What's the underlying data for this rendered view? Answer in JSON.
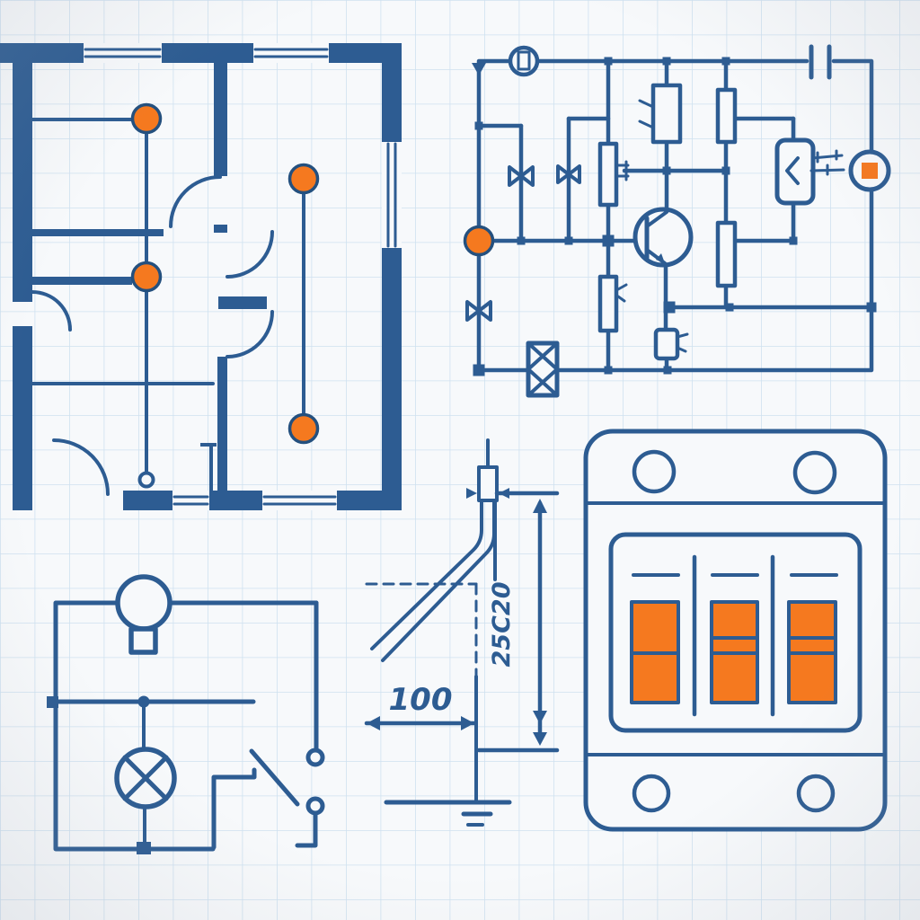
{
  "sheet": {
    "title": "Hand-drawn electrical blueprint sheet on grid paper"
  },
  "colors": {
    "ink": "#2d5c92",
    "ink_dark": "#24507e",
    "accent": "#f5791f",
    "paper": "#f7f9fb",
    "grid": "#cfe1f0"
  },
  "floor_plan": {
    "ceiling_lights_count": 4,
    "windows_count": 5,
    "door_arcs_count": 5,
    "wall_outlet_terminals_count": 1,
    "light_color": "#f5791f"
  },
  "schematic": {
    "resistors_count": 5,
    "lamp_valve_symbols_count": 3,
    "has_transistor": true,
    "has_meter_circle": true,
    "has_capacitor": true,
    "has_crossed_fuse_box": true,
    "orange_node_color": "#f5791f",
    "indicator_square_color": "#f5791f"
  },
  "bell_circuit": {
    "has_bell": true,
    "has_crossed_lamp": true,
    "has_switch": true,
    "switch_terminals_count": 2
  },
  "dimension_detail": {
    "horizontal_dimension": "100",
    "vertical_dimension": "25C20",
    "has_ground_symbol": true
  },
  "breaker_panel": {
    "breakers_count": 3,
    "mounting_holes_count": 4,
    "toggle_color": "#f5791f"
  }
}
